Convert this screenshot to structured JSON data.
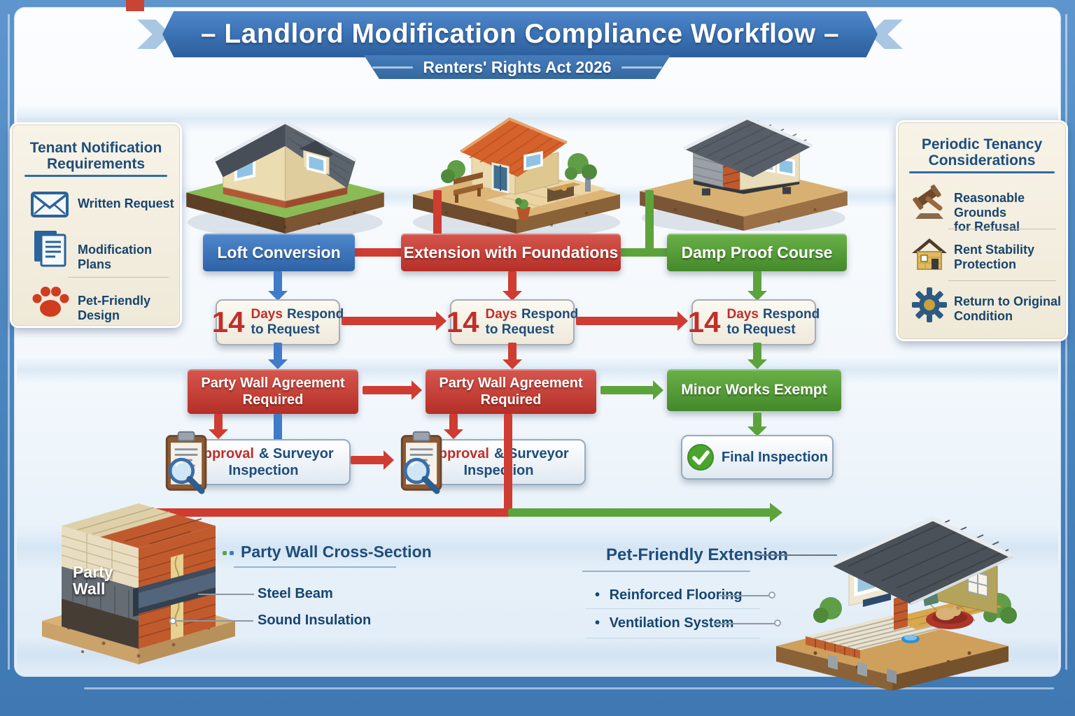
{
  "banner": {
    "title": "– Landlord Modification Compliance Workflow –",
    "subtitle": "Renters' Rights Act 2026"
  },
  "left_panel": {
    "title": "Tenant Notification\nRequirements",
    "items": [
      {
        "icon": "envelope-icon",
        "label": "Written Request"
      },
      {
        "icon": "documents-icon",
        "label": "Modification Plans"
      },
      {
        "icon": "paw-icon",
        "label": "Pet-Friendly Design"
      }
    ]
  },
  "right_panel": {
    "title": "Periodic Tenancy\nConsiderations",
    "items": [
      {
        "icon": "gavel-icon",
        "label": "Reasonable Grounds\nfor Refusal"
      },
      {
        "icon": "house-icon",
        "label": "Rent Stability\nProtection"
      },
      {
        "icon": "gear-icon",
        "label": "Return to Original\nCondition"
      }
    ]
  },
  "workflow": {
    "headers": [
      {
        "label": "Loft Conversion",
        "color": "#3b76c0"
      },
      {
        "label": "Extension with Foundations",
        "color": "#c8392f"
      },
      {
        "label": "Damp Proof Course",
        "color": "#55a038"
      }
    ],
    "respond_box": {
      "number": "14",
      "days": "Days",
      "respond": "Respond",
      "line2": "to Request"
    },
    "party_wall_box": {
      "text": "Party Wall Agreement\nRequired"
    },
    "minor_works": "Minor Works Exempt",
    "approval_box": {
      "approval": "Approval",
      "surveyor": "& Surveyor",
      "inspection": "Inspection"
    },
    "final_inspection": "Final Inspection"
  },
  "bottom_left": {
    "wall_label": "Party\nWall",
    "heading": "Party Wall Cross-Section",
    "steel_beam": "Steel Beam",
    "sound_insulation": "Sound Insulation"
  },
  "bottom_right": {
    "heading": "Pet-Friendly Extension",
    "bullet": "•",
    "reinforced": "Reinforced Flooring",
    "ventilation": "Ventilation System"
  },
  "colors": {
    "blue": "#3b76c0",
    "red": "#c8392f",
    "green": "#55a038",
    "navy": "#1d4d7c",
    "accent_red": "#c0302a",
    "cream": "#f4efe2"
  }
}
